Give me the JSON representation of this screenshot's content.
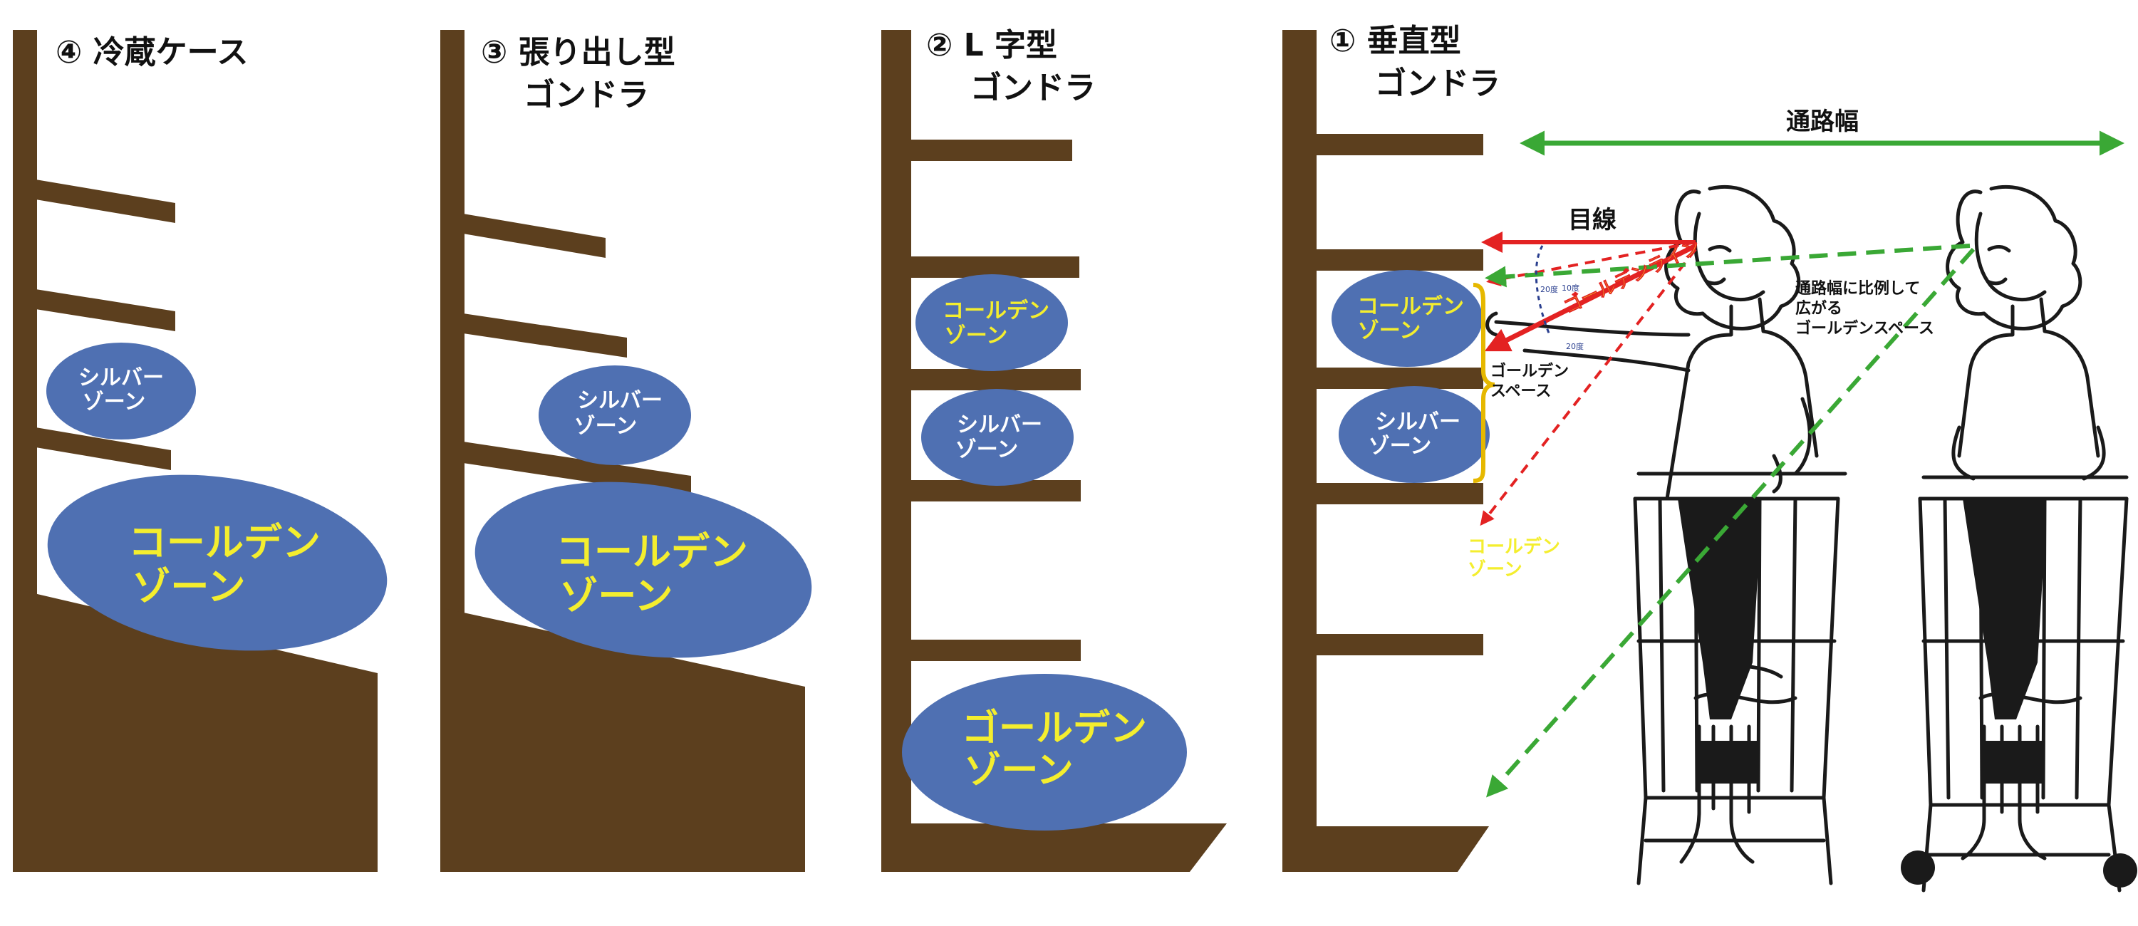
{
  "colors": {
    "shelf": "#5c3f1e",
    "zone": "#4f70b2",
    "gold_text": "#f4ee2e",
    "silver_text": "#ffffff",
    "green_arrow": "#3aa835",
    "red_arrow": "#e32222",
    "red_dashed": "#e32222",
    "brace": "#e6b800",
    "angle_marks": "#2a3f8f"
  },
  "panels": {
    "p4": {
      "title": "④ 冷蔵ケース",
      "silver": [
        "シルバー",
        "ゾーン"
      ],
      "golden": [
        "コールデン",
        "ゾーン"
      ]
    },
    "p3": {
      "title_line1": "③ 張り出し型",
      "title_line2": "ゴンドラ",
      "silver": [
        "シルバー",
        "ゾーン"
      ],
      "golden": [
        "コールデン",
        "ゾーン"
      ]
    },
    "p2": {
      "title_line1": "② L 字型",
      "title_line2": "ゴンドラ",
      "golden_top": [
        "コールデン",
        "ゾーン"
      ],
      "silver": [
        "シルバー",
        "ゾーン"
      ],
      "golden_bottom": [
        "ゴールデン",
        "ゾーン"
      ]
    },
    "p1": {
      "title_line1": "① 垂直型",
      "title_line2": "ゴンドラ",
      "golden": [
        "コールデン",
        "ゾーン"
      ],
      "silver": [
        "シルバー",
        "ゾーン"
      ]
    }
  },
  "annotations": {
    "aisle_width": "通路幅",
    "line_of_sight": "目線",
    "golden_line": "ゴールデンライン",
    "golden_space": [
      "ゴールデン",
      "スペース"
    ],
    "expanding_note": [
      "通路幅に比例して",
      "広がる",
      "ゴールデンスペース"
    ],
    "outside_golden": [
      "コールデン",
      "ゾーン"
    ],
    "angle_10": "10度",
    "angle_20a": "20度",
    "angle_20b": "20度"
  }
}
